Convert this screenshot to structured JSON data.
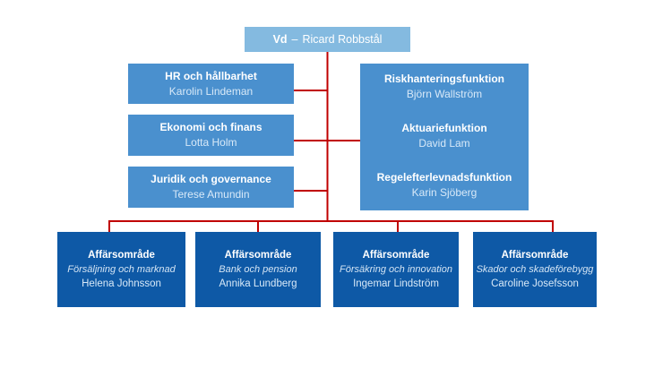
{
  "org": {
    "root": {
      "role_label": "Vd",
      "separator": "–",
      "name": "Ricard Robbstål"
    },
    "staff": [
      {
        "title": "HR och hållbarhet",
        "name": "Karolin Lindeman"
      },
      {
        "title": "Ekonomi och finans",
        "name": "Lotta Holm"
      },
      {
        "title": "Juridik och governance",
        "name": "Terese Amundin"
      }
    ],
    "functions": [
      {
        "title": "Riskhanteringsfunktion",
        "name": "Björn Wallström"
      },
      {
        "title": "Aktuariefunktion",
        "name": "David Lam"
      },
      {
        "title": "Regelefterlevnadsfunktion",
        "name": "Karin Sjöberg"
      }
    ],
    "business_areas": [
      {
        "title": "Affärsområde",
        "subtitle": "Försäljning och marknad",
        "name": "Helena Johnsson"
      },
      {
        "title": "Affärsområde",
        "subtitle": "Bank och pension",
        "name": "Annika Lundberg"
      },
      {
        "title": "Affärsområde",
        "subtitle": "Försäkring och innovation",
        "name": "Ingemar Lindström"
      },
      {
        "title": "Affärsområde",
        "subtitle": "Skador och skadeförebygg",
        "name": "Caroline Josefsson"
      }
    ],
    "colors": {
      "root_box": "#84BAE0",
      "staff_box": "#4A90CE",
      "business_box": "#0E59A6",
      "connector": "#C00000",
      "title_text": "#FFFFFF",
      "name_text": "#D8E9F8"
    }
  }
}
